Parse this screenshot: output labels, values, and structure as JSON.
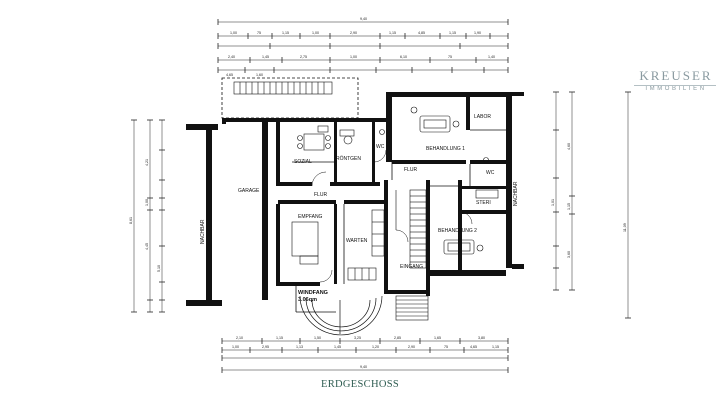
{
  "brand": {
    "name": "KREUSER",
    "sub": "IMMOBILIEN"
  },
  "caption": "ERDGESCHOSS",
  "rooms": {
    "labor": "LABOR",
    "behandlung_1": "BEHANDLUNG 1",
    "sozial": "SOZIAL",
    "roentgen": "RÖNTGEN",
    "wc_1": "WC",
    "wc_2": "WC",
    "flur_1": "FLUR",
    "flur_2": "FLUR",
    "garage": "GARAGE",
    "nachbar_left": "NACHBAR",
    "nachbar_right": "NACHBAR",
    "empfang": "EMPFANG",
    "warten": "WARTEN",
    "steri": "STERI",
    "behandlung_2": "BEHANDLUNG 2",
    "eingang": "EINGANG",
    "windfang": "WINDFANG",
    "windfang_area": "3.06qm"
  },
  "dimensions": {
    "top_overall": "9,40",
    "top_row": [
      "1,00",
      "75",
      "1,15",
      "1,00",
      "2,90",
      "1,15",
      "4,85",
      "1,15",
      "1,90"
    ],
    "top_row2": [
      "2,40",
      "1,45",
      "2,75",
      "1,00",
      "6,10",
      "75",
      "1,40",
      "4,65",
      "1,60"
    ],
    "bottom_row": [
      "2,10",
      "1,15",
      "1,50",
      "3,25",
      "2,85",
      "1,65",
      "3,80"
    ],
    "bottom_row2": [
      "1,00",
      "2,95",
      "1,13",
      "1,45",
      "1,20",
      "2,90",
      "75",
      "4,65",
      "1,15"
    ],
    "bottom_overall": "9,40",
    "left": [
      "4,21",
      "1,00",
      "4,45",
      "5,10",
      "8,61"
    ],
    "right": [
      "4,60",
      "1,15",
      "1,01",
      "3,60",
      "11,09"
    ]
  }
}
